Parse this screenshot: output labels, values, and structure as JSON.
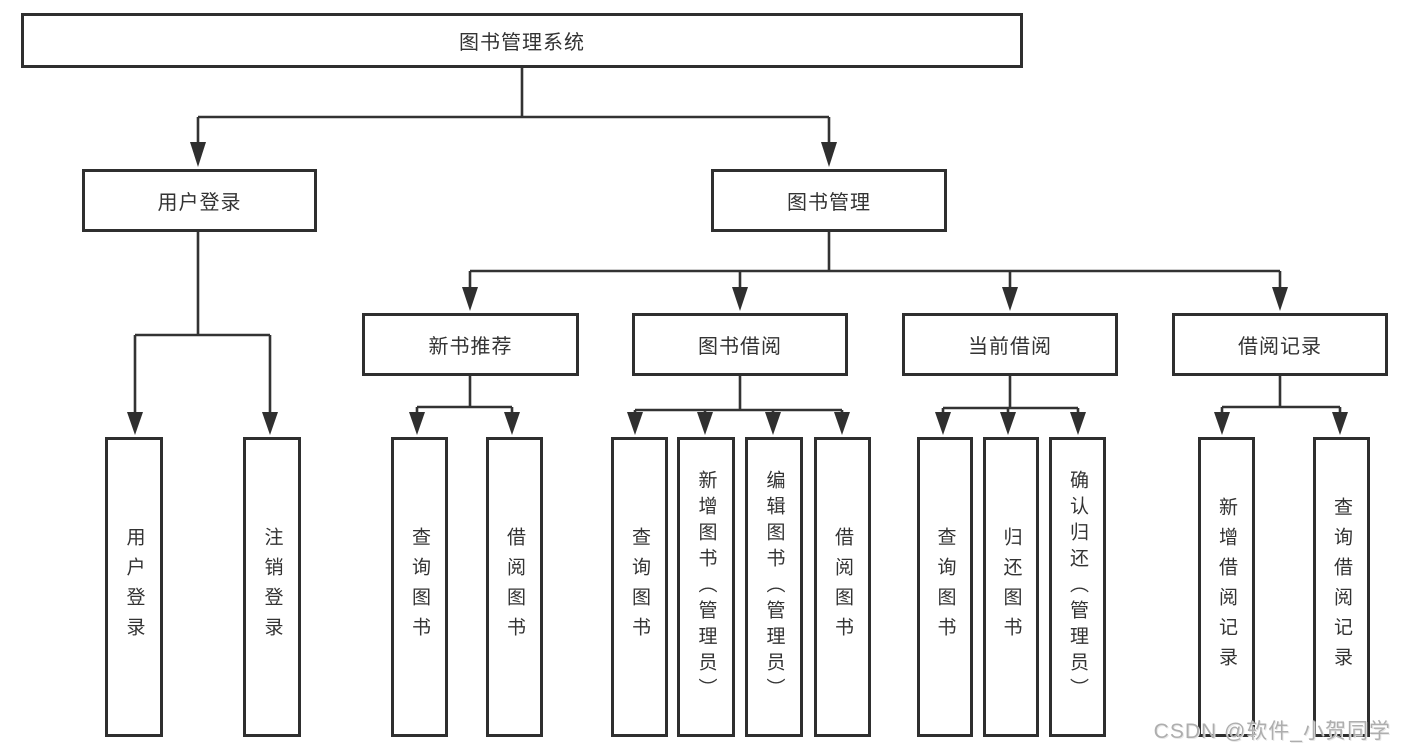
{
  "diagram": {
    "root": {
      "label": "图书管理系统",
      "children": [
        {
          "label": "用户登录",
          "children": [
            {
              "label": "用户登录"
            },
            {
              "label": "注销登录"
            }
          ]
        },
        {
          "label": "图书管理",
          "children": [
            {
              "label": "新书推荐",
              "children": [
                {
                  "label": "查询图书"
                },
                {
                  "label": "借阅图书"
                }
              ]
            },
            {
              "label": "图书借阅",
              "children": [
                {
                  "label": "查询图书"
                },
                {
                  "label": "新增图书（管理员）"
                },
                {
                  "label": "编辑图书（管理员）"
                },
                {
                  "label": "借阅图书"
                }
              ]
            },
            {
              "label": "当前借阅",
              "children": [
                {
                  "label": "查询图书"
                },
                {
                  "label": "归还图书"
                },
                {
                  "label": "确认归还（管理员）"
                }
              ]
            },
            {
              "label": "借阅记录",
              "children": [
                {
                  "label": "新增借阅记录"
                },
                {
                  "label": "查询借阅记录"
                }
              ]
            }
          ]
        }
      ]
    }
  },
  "watermark": {
    "text": "CSDN @软件_小贺同学"
  },
  "colors": {
    "background": "#ffffff",
    "line": "#333333",
    "box_border": "#2f2f2f",
    "text": "#333333",
    "watermark": "#aeaeae"
  }
}
